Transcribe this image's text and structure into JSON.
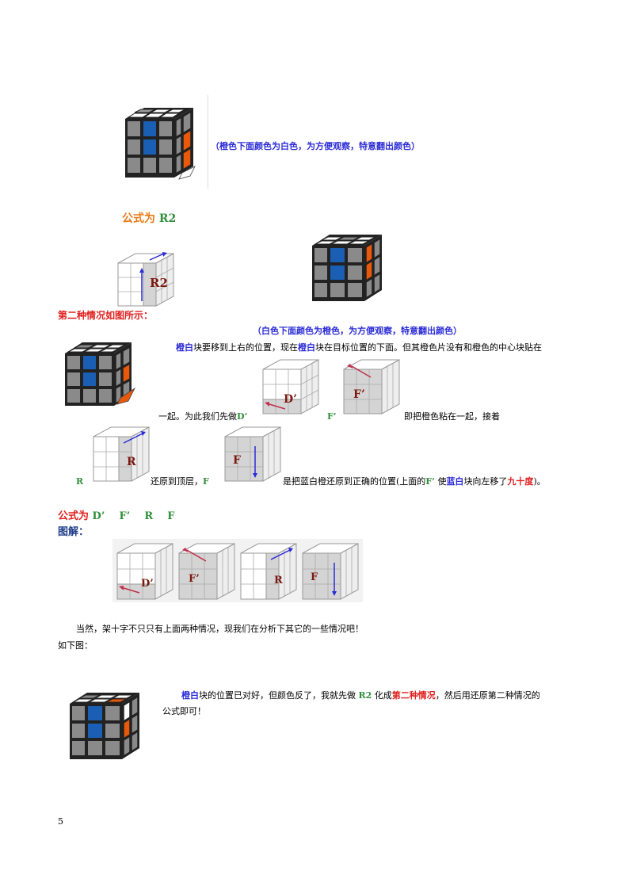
{
  "note1": "（橙色下面颜色为白色，为方便观察，特意翻出颜色）",
  "formula1": {
    "label": "公式为",
    "move": "R2"
  },
  "diag_r2": "R2",
  "case2_heading": "第二种情况如图所示：",
  "note2": "（白色下面颜色为橙色，为方便观察，特意翻出颜色）",
  "para1": {
    "w1": "橙白",
    "t1": "块要移到上右的位置，现在",
    "w2": "橙白",
    "t2": "块在目标位置的下面。但其橙色片没有和橙色的中心块贴在"
  },
  "para2": {
    "t1": "一起。为此我们先做",
    "m1": "D’",
    "m2": "F’",
    "t2": "即把橙色粘在一起，接着"
  },
  "para3": {
    "m1": "R",
    "t1": "还原到顶层，",
    "m2": "F",
    "t2": "是把蓝白橙还原到正确的位置(上面的",
    "m3": "F’",
    "t3": "使",
    "w1": "蓝白",
    "t4": "块向左移了",
    "w2": "九十度",
    "t5": ")。"
  },
  "formula2": {
    "label": "公式为",
    "moves": [
      "D’",
      "F’",
      "R",
      "F"
    ]
  },
  "tujie": "图解：",
  "diag_labels": {
    "d": "D’",
    "f": "F’",
    "r": "R",
    "fw": "F"
  },
  "para4": "当然，架十字不只只有上面两种情况，现我们在分析下其它的一些情况吧！",
  "para5": "如下图：",
  "para6": {
    "w1": "橙白",
    "t1": "块的位置已对好，但颜色反了，我就先做",
    "m1": "R2",
    "t2": "化成",
    "w2": "第二种情况",
    "t3": "，然后用还原第二种情况的",
    "t4": "公式即可！"
  },
  "page_number": "5",
  "colors": {
    "blue": "#1a5fb4",
    "orange": "#e8590c",
    "gray": "#8a8a8a",
    "white": "#ffffff"
  }
}
